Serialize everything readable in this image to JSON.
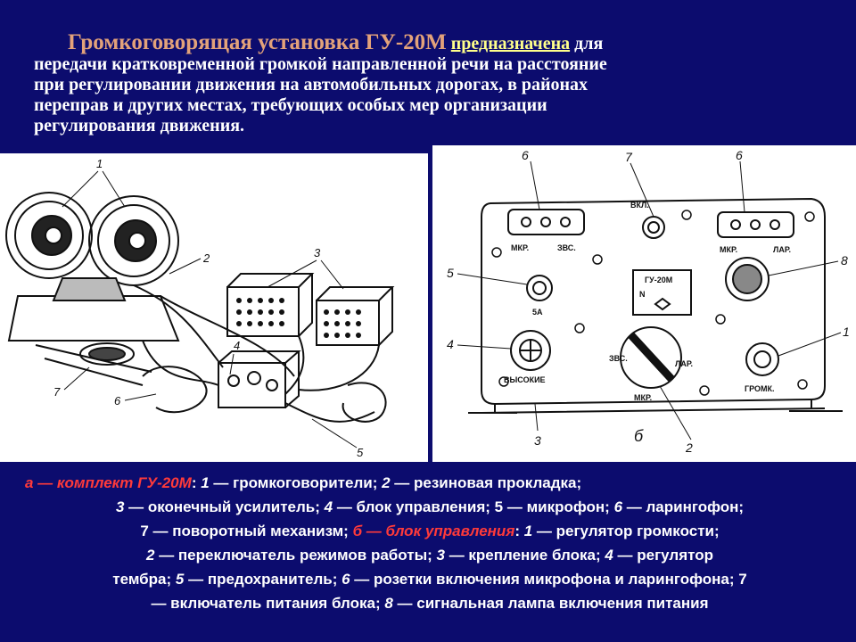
{
  "intro": {
    "title": "Громкоговорящая установка ГУ-20М",
    "keyword": "предназначена",
    "line1_rest": " для",
    "line2": "передачи кратковременной громкой направленной речи на расстояние",
    "line3": "при регулировании движения на автомобильных дорогах, в районах",
    "line4": "переправ и других местах, требующих особых мер организации",
    "line5": "регулирования движения."
  },
  "figure_a": {
    "callouts": [
      "1",
      "2",
      "3",
      "6",
      "7",
      "4",
      "5"
    ]
  },
  "figure_b": {
    "callouts": [
      "6",
      "7",
      "6",
      "5",
      "8",
      "4",
      "1",
      "3",
      "2"
    ],
    "labels": {
      "mkr_left": "МКР.",
      "zvs_left": "ЗВС.",
      "vkl": "ВКЛ.",
      "mkr_right": "МКР.",
      "lar_right": "ЛАР.",
      "fuse": "5А",
      "plate_title": "ГУ-20М",
      "plate_n": "N",
      "vysokie": "ВЫСОКИЕ",
      "zvs_mid": "ЗВС.",
      "lar_mid": "ЛАР.",
      "mkr_mid": "МКР.",
      "gromk": "ГРОМК.",
      "fig_letter": "б"
    }
  },
  "caption": {
    "l1_red": "а — комплект ГУ-20М",
    "l1_a": ": ",
    "l1_n1": "1",
    "l1_b": " — громкоговорители; ",
    "l1_n2": "2",
    "l1_c": " — резиновая прокладка;",
    "l2_n3": "3",
    "l2_a": " — оконечный усилитель; ",
    "l2_n4": "4",
    "l2_b": " — блок управления; 5 — микрофон; ",
    "l2_n6": "6",
    "l2_c": " — ларингофон;",
    "l3_a": "7 — поворотный механизм; ",
    "l3_red": "б — блок управления",
    "l3_b": ": ",
    "l3_n1": "1",
    "l3_c": " — регулятор громкости;",
    "l4_n2": "2",
    "l4_a": " — переключатель режимов работы; ",
    "l4_n3": "3",
    "l4_b": " — крепление блока; ",
    "l4_n4": "4",
    "l4_c": " — регулятор",
    "l5_a": "тембра; ",
    "l5_n5": "5",
    "l5_b": " — предохранитель; ",
    "l5_n6": "6",
    "l5_c": " — розетки включения микрофона и ларингофона; 7",
    "l6_a": "— включатель питания блока; ",
    "l6_n8": "8",
    "l6_b": " — сигнальная лампа включения питания"
  }
}
